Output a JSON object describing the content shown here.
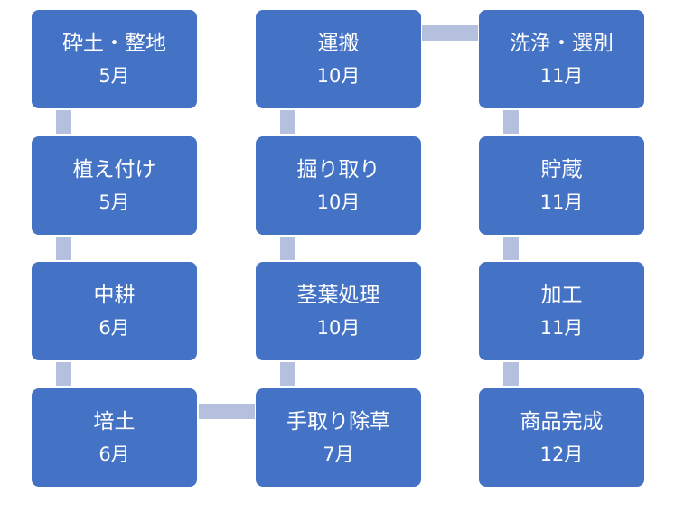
{
  "steps": [
    {
      "title": "砕土・整地",
      "month": "5月"
    },
    {
      "title": "植え付け",
      "month": "5月"
    },
    {
      "title": "中耕",
      "month": "6月"
    },
    {
      "title": "培土",
      "month": "6月"
    },
    {
      "title": "手取り除草",
      "month": "7月"
    },
    {
      "title": "茎葉処理",
      "month": "10月"
    },
    {
      "title": "掘り取り",
      "month": "10月"
    },
    {
      "title": "運搬",
      "month": "10月"
    },
    {
      "title": "洗浄・選別",
      "month": "11月"
    },
    {
      "title": "貯蔵",
      "month": "11月"
    },
    {
      "title": "加工",
      "month": "11月"
    },
    {
      "title": "商品完成",
      "month": "12月"
    }
  ],
  "colors": {
    "box": "#4472c4",
    "connector": "#b4c0de"
  }
}
